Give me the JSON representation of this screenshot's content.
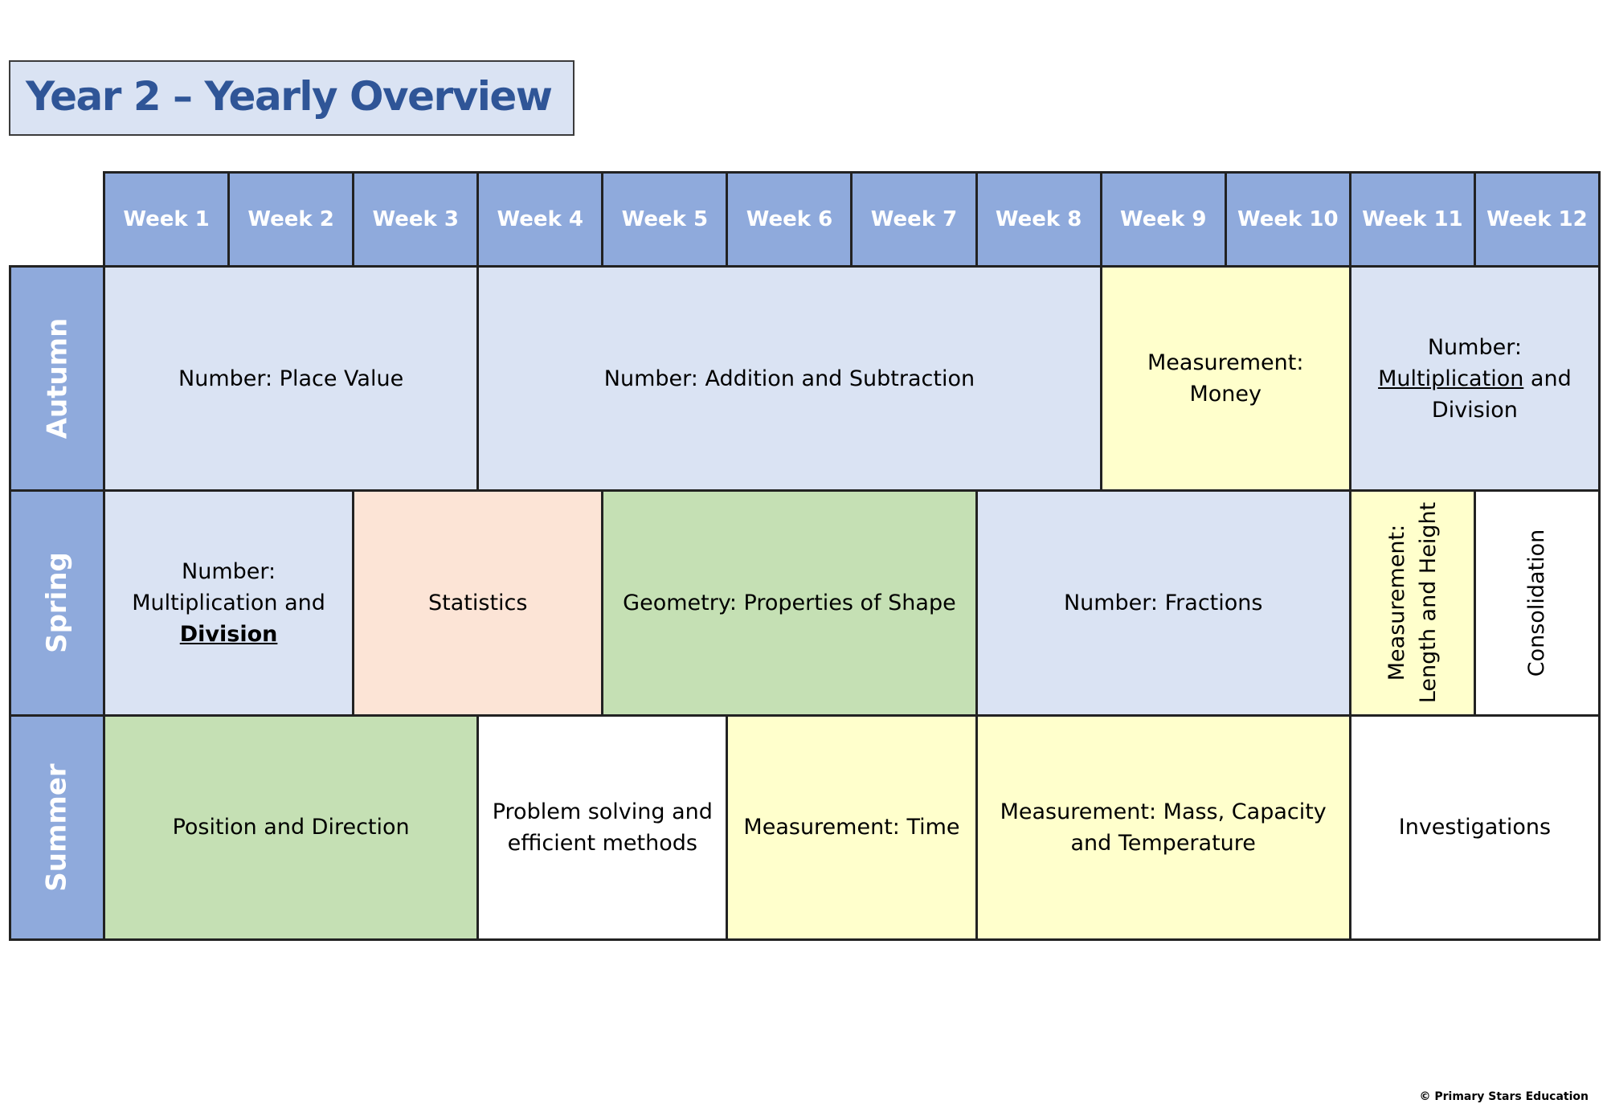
{
  "title": "Year 2 – Yearly Overview",
  "weeks": [
    "Week 1",
    "Week 2",
    "Week 3",
    "Week 4",
    "Week 5",
    "Week 6",
    "Week 7",
    "Week 8",
    "Week 9",
    "Week 10",
    "Week 11",
    "Week 12"
  ],
  "terms": [
    "Autumn",
    "Spring",
    "Summer"
  ],
  "colors": {
    "header_blue": "#8faadc",
    "number_blue": "#dae3f3",
    "measurement_yellow": "#ffffcc",
    "statistics_peach": "#fce4d6",
    "geometry_green": "#c5e0b4",
    "plain_white": "#ffffff",
    "title_text": "#2f5597"
  },
  "autumn": {
    "place_value": "Number: Place Value",
    "addition_subtraction": "Number: Addition and Subtraction",
    "money_line1": "Measurement:",
    "money_line2": "Money",
    "mult_div_line1": "Number:",
    "mult_div_line2_underlined": "Multiplication",
    "mult_div_line2_rest": " and",
    "mult_div_line3": "Division"
  },
  "spring": {
    "mult_div_line1": "Number:",
    "mult_div_line2": "Multiplication and",
    "mult_div_line3_bold_underlined": "Division",
    "statistics": "Statistics",
    "geometry": "Geometry: Properties of Shape",
    "fractions": "Number: Fractions",
    "length_height_line1": "Measurement:",
    "length_height_line2": "Length and Height",
    "consolidation": "Consolidation"
  },
  "summer": {
    "position_direction": "Position and Direction",
    "problem_solving_line1": "Problem solving and",
    "problem_solving_line2": "efficient methods",
    "time": "Measurement: Time",
    "mass_line1": "Measurement: Mass, Capacity",
    "mass_line2": "and Temperature",
    "investigations": "Investigations"
  },
  "footer": "© Primary Stars Education"
}
